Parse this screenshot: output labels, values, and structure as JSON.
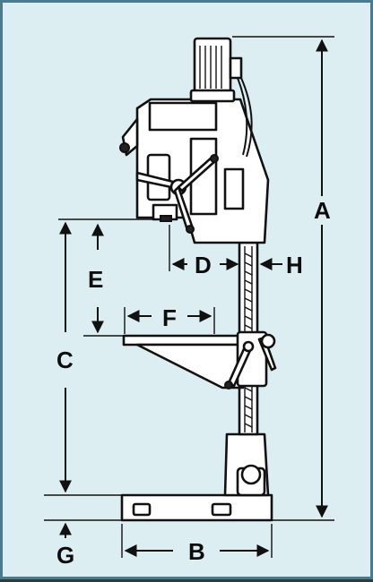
{
  "diagram": {
    "labels": {
      "a": "A",
      "b": "B",
      "c": "C",
      "d": "D",
      "e": "E",
      "f": "F",
      "g": "G",
      "h": "H"
    },
    "colors": {
      "background": "#ddeef3",
      "border": "#4a7a8c",
      "line": "#111111",
      "body": "#ffffff"
    }
  }
}
